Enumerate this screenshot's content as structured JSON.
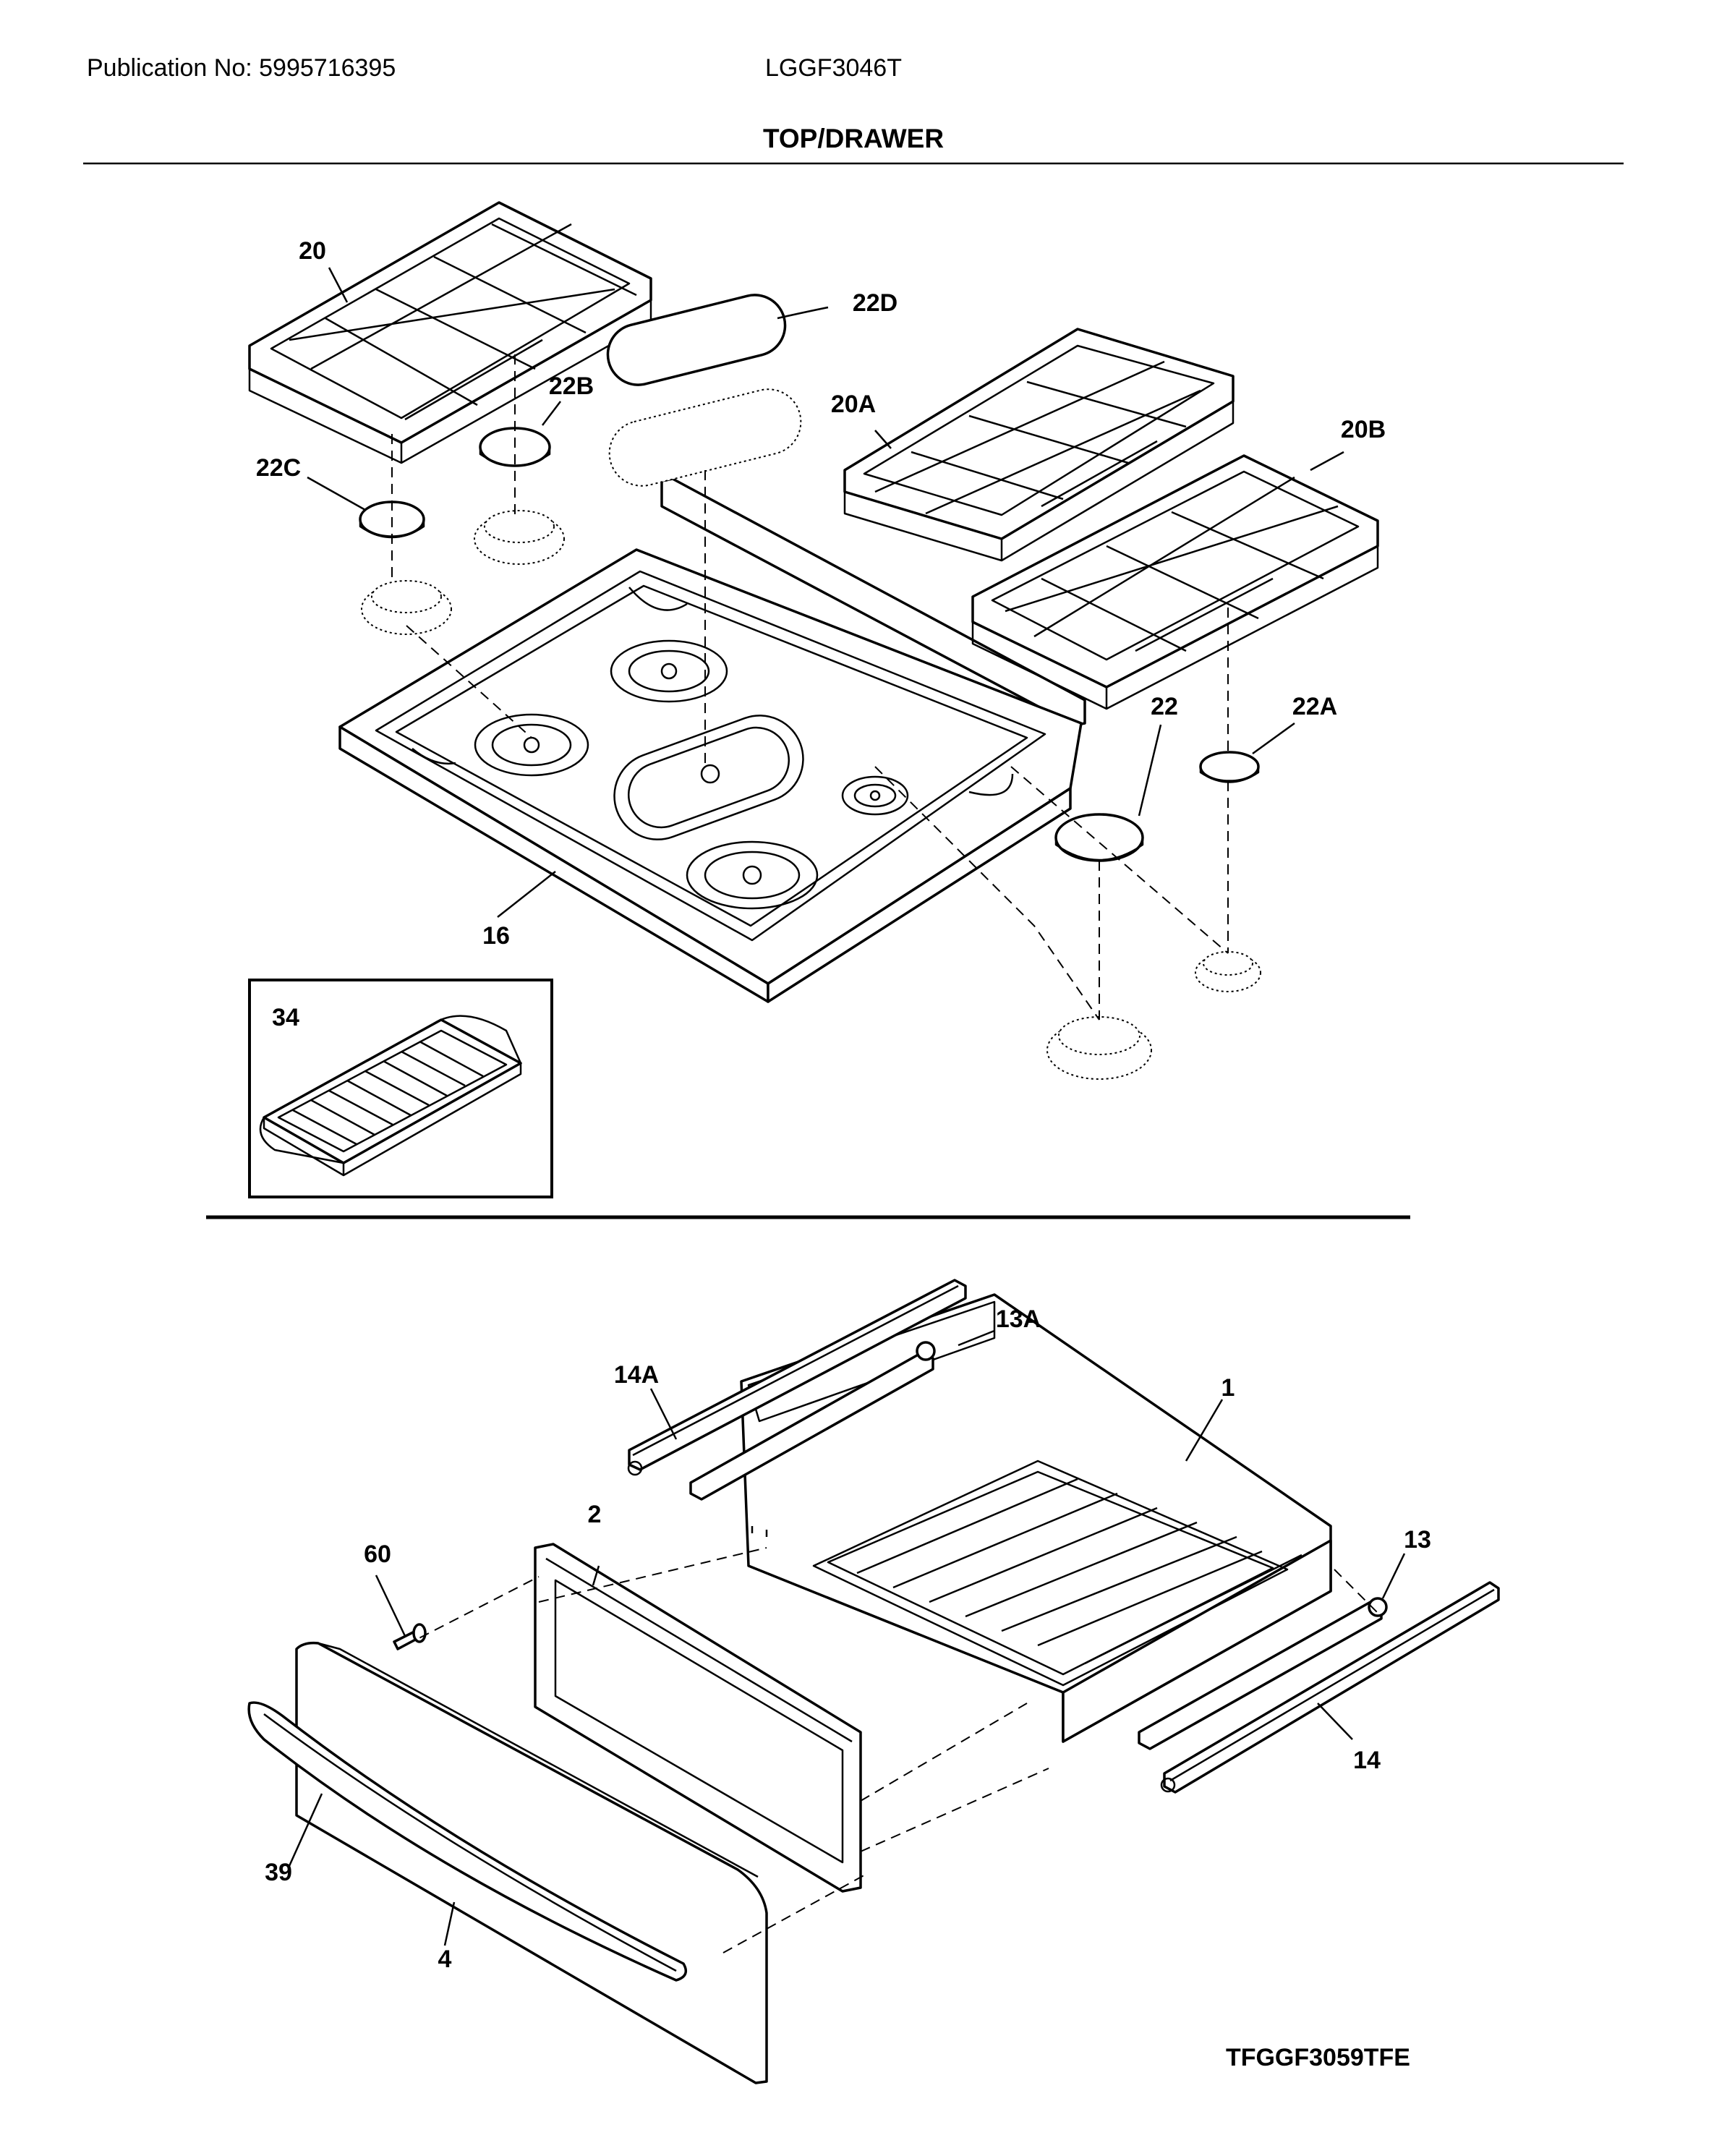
{
  "header": {
    "publication": "Publication No: 5995716395",
    "model": "LGGF3046T",
    "section_title": "TOP/DRAWER"
  },
  "figure_code": "TFGGF3059TFE",
  "callouts": {
    "c20": "20",
    "c22d": "22D",
    "c22b": "22B",
    "c20a": "20A",
    "c20b": "20B",
    "c22c": "22C",
    "c22": "22",
    "c22a": "22A",
    "c16": "16",
    "c34": "34",
    "c13a": "13A",
    "c14a": "14A",
    "c1": "1",
    "c2": "2",
    "c60": "60",
    "c13": "13",
    "c14": "14",
    "c39": "39",
    "c4": "4"
  }
}
